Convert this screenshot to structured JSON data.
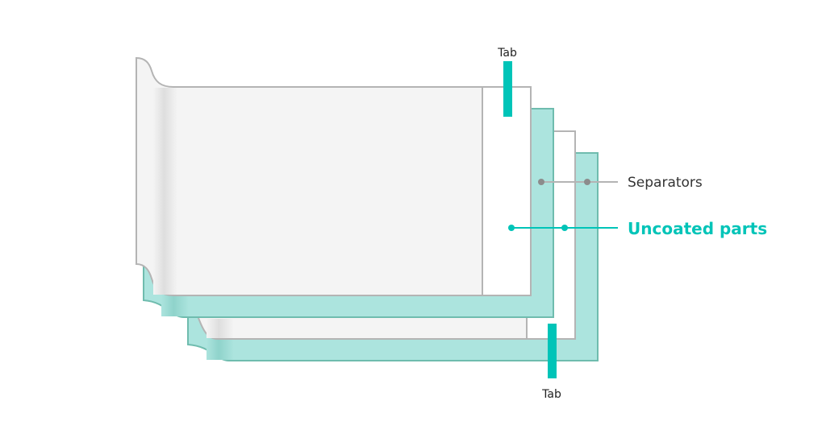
{
  "diagram": {
    "labels": {
      "tab_top": "Tab",
      "tab_bottom": "Tab",
      "separators": "Separators",
      "uncoated_parts": "Uncoated parts"
    },
    "colors": {
      "accent": "#00c4b8",
      "teal_fill": "#ace4de",
      "teal_stroke": "#6fbcae",
      "gray_fill": "#f4f4f4",
      "gray_stroke": "#b4b4b4",
      "separator_line": "#b4b4b4",
      "separator_dot": "#8c8c8c",
      "label_text": "#333333"
    }
  }
}
